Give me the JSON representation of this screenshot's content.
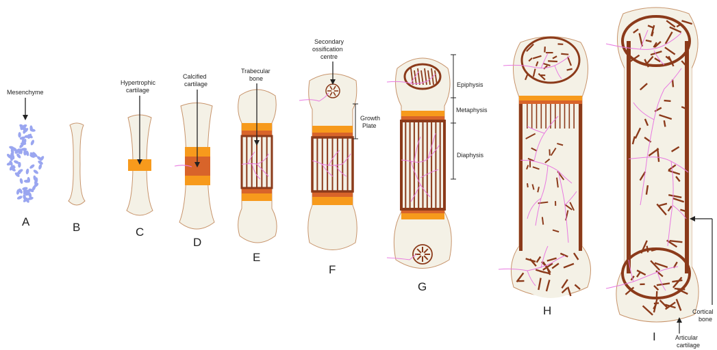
{
  "colors": {
    "bone_fill": "#f4f1e6",
    "outline": "#8b4a2b",
    "bone_brown": "#8b3a1a",
    "cartilage_orange": "#f79a1c",
    "calcified_orange": "#d8642a",
    "vessel_pink": "#e879e0",
    "mesenchyme_blue": "#9aa6f0"
  },
  "stages": {
    "A": "A",
    "B": "B",
    "C": "C",
    "D": "D",
    "E": "E",
    "F": "F",
    "G": "G",
    "H": "H",
    "I": "I"
  },
  "labels": {
    "mesenchyme": "Mesenchyme",
    "hypertrophic": [
      "Hypertrophic",
      "cartilage"
    ],
    "calcified": [
      "Calcified",
      "cartilage"
    ],
    "trabecular": [
      "Trabecular",
      "bone"
    ],
    "secondary": [
      "Secondary",
      "ossification",
      "centre"
    ],
    "growth_plate": [
      "Growth",
      "Plate"
    ],
    "epiphysis": "Epiphysis",
    "metaphysis": "Metaphysis",
    "diaphysis": "Diaphysis",
    "cortical": [
      "Cortical",
      "bone"
    ],
    "articular": [
      "Articular",
      "cartilage"
    ]
  }
}
